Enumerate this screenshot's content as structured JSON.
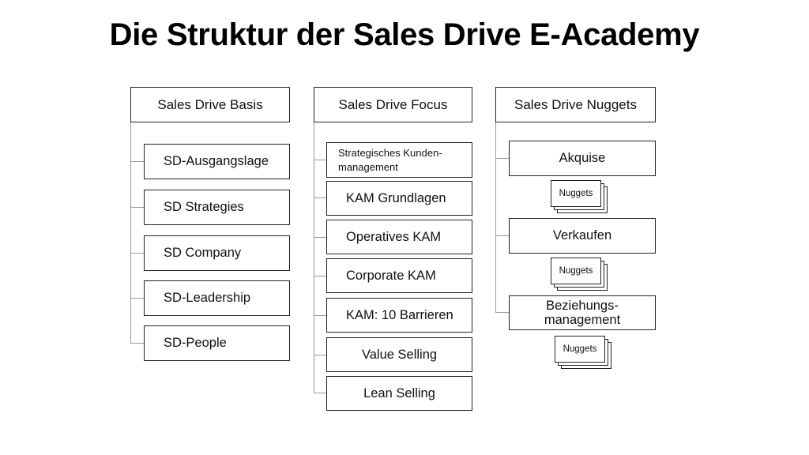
{
  "title": "Die Struktur der Sales Drive E-Academy",
  "columns": [
    {
      "header": "Sales Drive Basis",
      "items": [
        "SD-Ausgangslage",
        "SD Strategies",
        "SD Company",
        "SD-Leadership",
        "SD-People"
      ]
    },
    {
      "header": "Sales Drive Focus",
      "items": [
        "Strategisches Kunden-management",
        "KAM Grundlagen",
        "Operatives KAM",
        "Corporate KAM",
        "KAM: 10 Barrieren",
        "Value Selling",
        "Lean Selling"
      ]
    },
    {
      "header": "Sales Drive Nuggets",
      "items": [
        "Akquise",
        "Verkaufen",
        "Beziehungs-management"
      ],
      "nugget_label": "Nuggets"
    }
  ]
}
